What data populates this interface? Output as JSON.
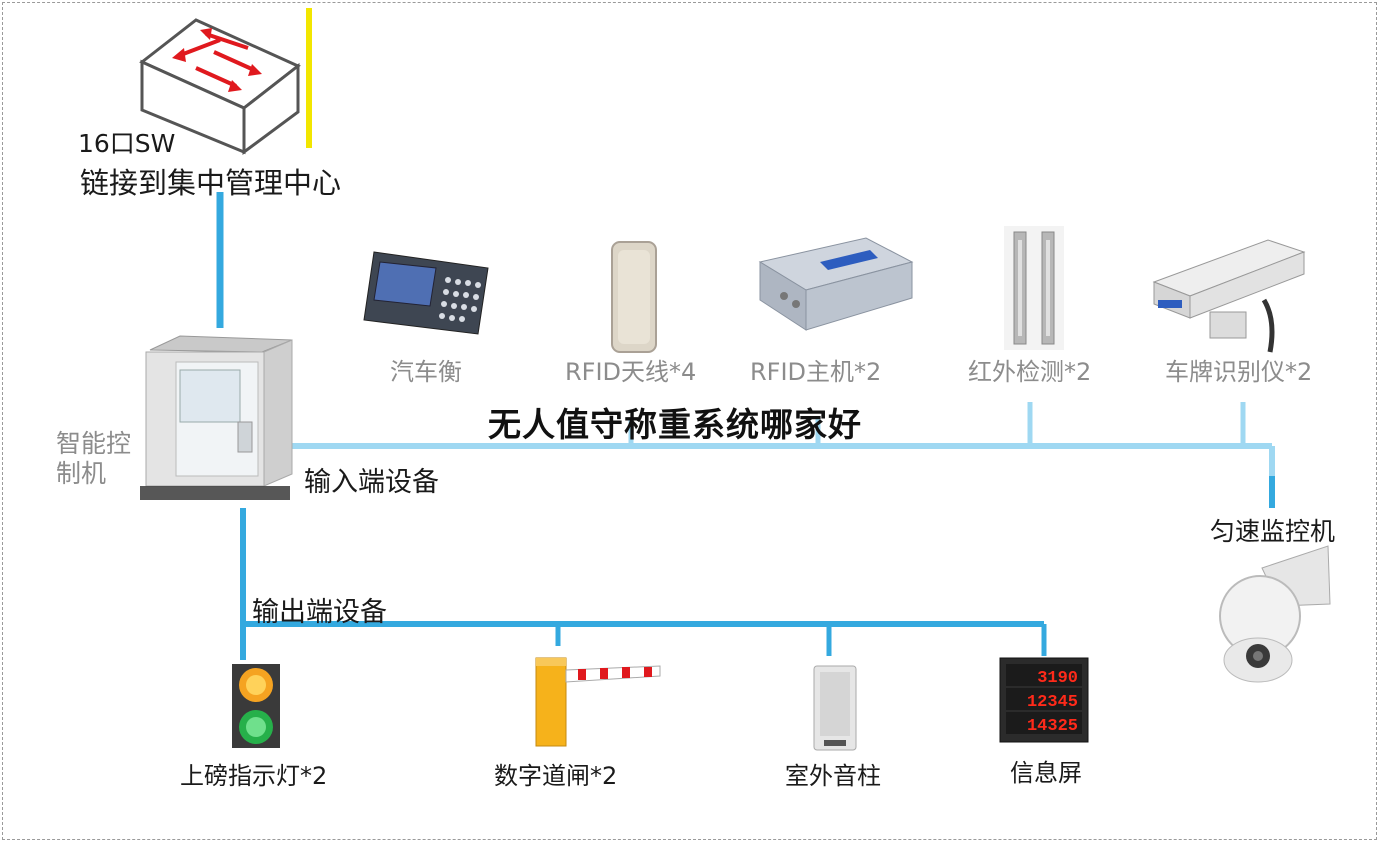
{
  "switch": {
    "label": "16口SW",
    "caption": "链接到集中管理中心"
  },
  "controller": {
    "label": "智能控制机",
    "label_line1": "智能控",
    "label_line2": "制机"
  },
  "title": "无人值守称重系统哪家好",
  "buses": {
    "input_label": "输入端设备",
    "output_label": "输出端设备"
  },
  "input_devices": [
    {
      "label": "汽车衡",
      "icon": "weighing-indicator-icon"
    },
    {
      "label": "RFID天线*4",
      "icon": "rfid-antenna-icon"
    },
    {
      "label": "RFID主机*2",
      "icon": "rfid-reader-icon"
    },
    {
      "label": "红外检测*2",
      "icon": "infrared-sensor-icon"
    },
    {
      "label": "车牌识别仪*2",
      "icon": "plate-camera-icon"
    }
  ],
  "dome_camera": {
    "label": "匀速监控机",
    "icon": "dome-camera-icon"
  },
  "output_devices": [
    {
      "label": "上磅指示灯*2",
      "icon": "traffic-light-icon"
    },
    {
      "label": "数字道闸*2",
      "icon": "barrier-gate-icon"
    },
    {
      "label": "室外音柱",
      "icon": "speaker-column-icon"
    },
    {
      "label": "信息屏",
      "icon": "led-display-icon"
    }
  ],
  "led_display": {
    "rows": [
      "3190",
      "12345",
      "14325"
    ]
  },
  "colors": {
    "bus_line": "#34a9df",
    "bus_line_light": "#9fd8f2",
    "switch_uplink": "#f2e600",
    "arrow_red": "#e0191e"
  }
}
